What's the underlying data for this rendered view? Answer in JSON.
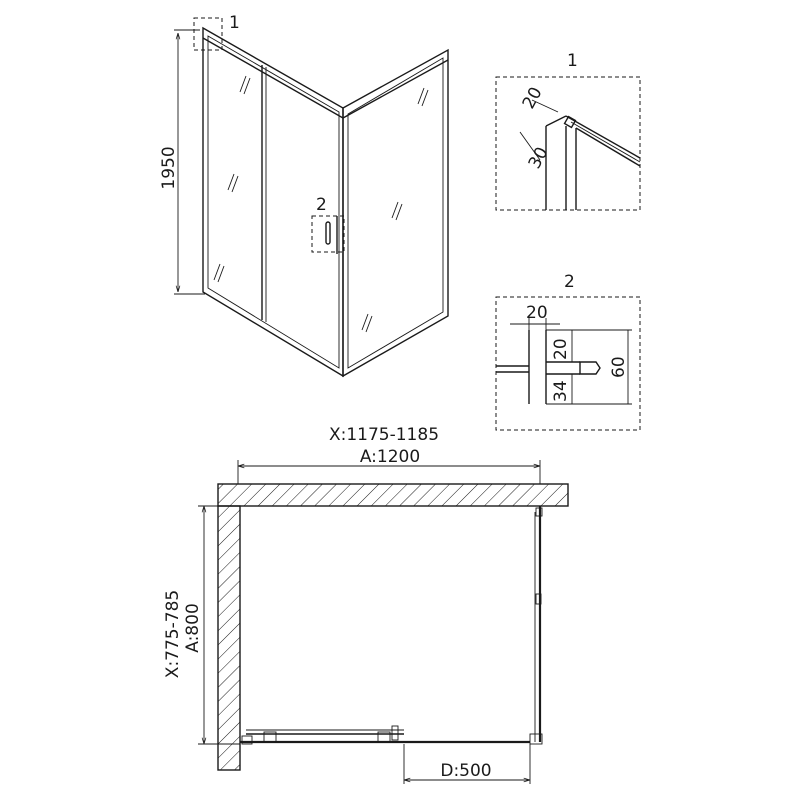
{
  "drawing": {
    "height_label": "1950",
    "callout_1": "1",
    "callout_2": "2",
    "detail1": {
      "title": "1",
      "dim_a": "20",
      "dim_b": "30"
    },
    "detail2": {
      "title": "2",
      "dim_top": "20",
      "dim_upper": "20",
      "dim_lower": "34",
      "dim_total": "60"
    },
    "plan": {
      "x_width": "X:1175-1185",
      "a_width": "A:1200",
      "x_depth": "X:775-785",
      "a_depth": "A:800",
      "d_door": "D:500"
    }
  }
}
